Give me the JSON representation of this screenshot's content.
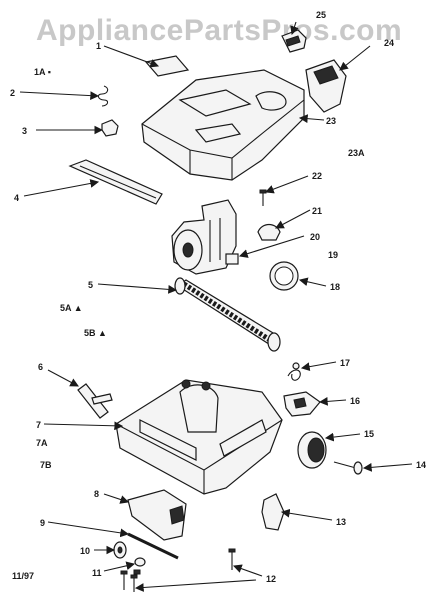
{
  "watermark": "AppliancePartsPros.com",
  "date_code": "11/97",
  "callouts": {
    "c25": "25",
    "c1": "1",
    "c24": "24",
    "c1a": "1A",
    "c2": "2",
    "c3": "3",
    "c23": "23",
    "c23a": "23A",
    "c4": "4",
    "c22": "22",
    "c21": "21",
    "c20": "20",
    "c19": "19",
    "c18": "18",
    "c5": "5",
    "c5a": "5A",
    "c5b": "5B",
    "c17": "17",
    "c6": "6",
    "c16": "16",
    "c7": "7",
    "c7a": "7A",
    "c15": "15",
    "c7b": "7B",
    "c14": "14",
    "c8": "8",
    "c13": "13",
    "c9": "9",
    "c10": "10",
    "c11": "11",
    "c12": "12"
  },
  "symbols": {
    "square": "▪",
    "triangle": "▲"
  }
}
